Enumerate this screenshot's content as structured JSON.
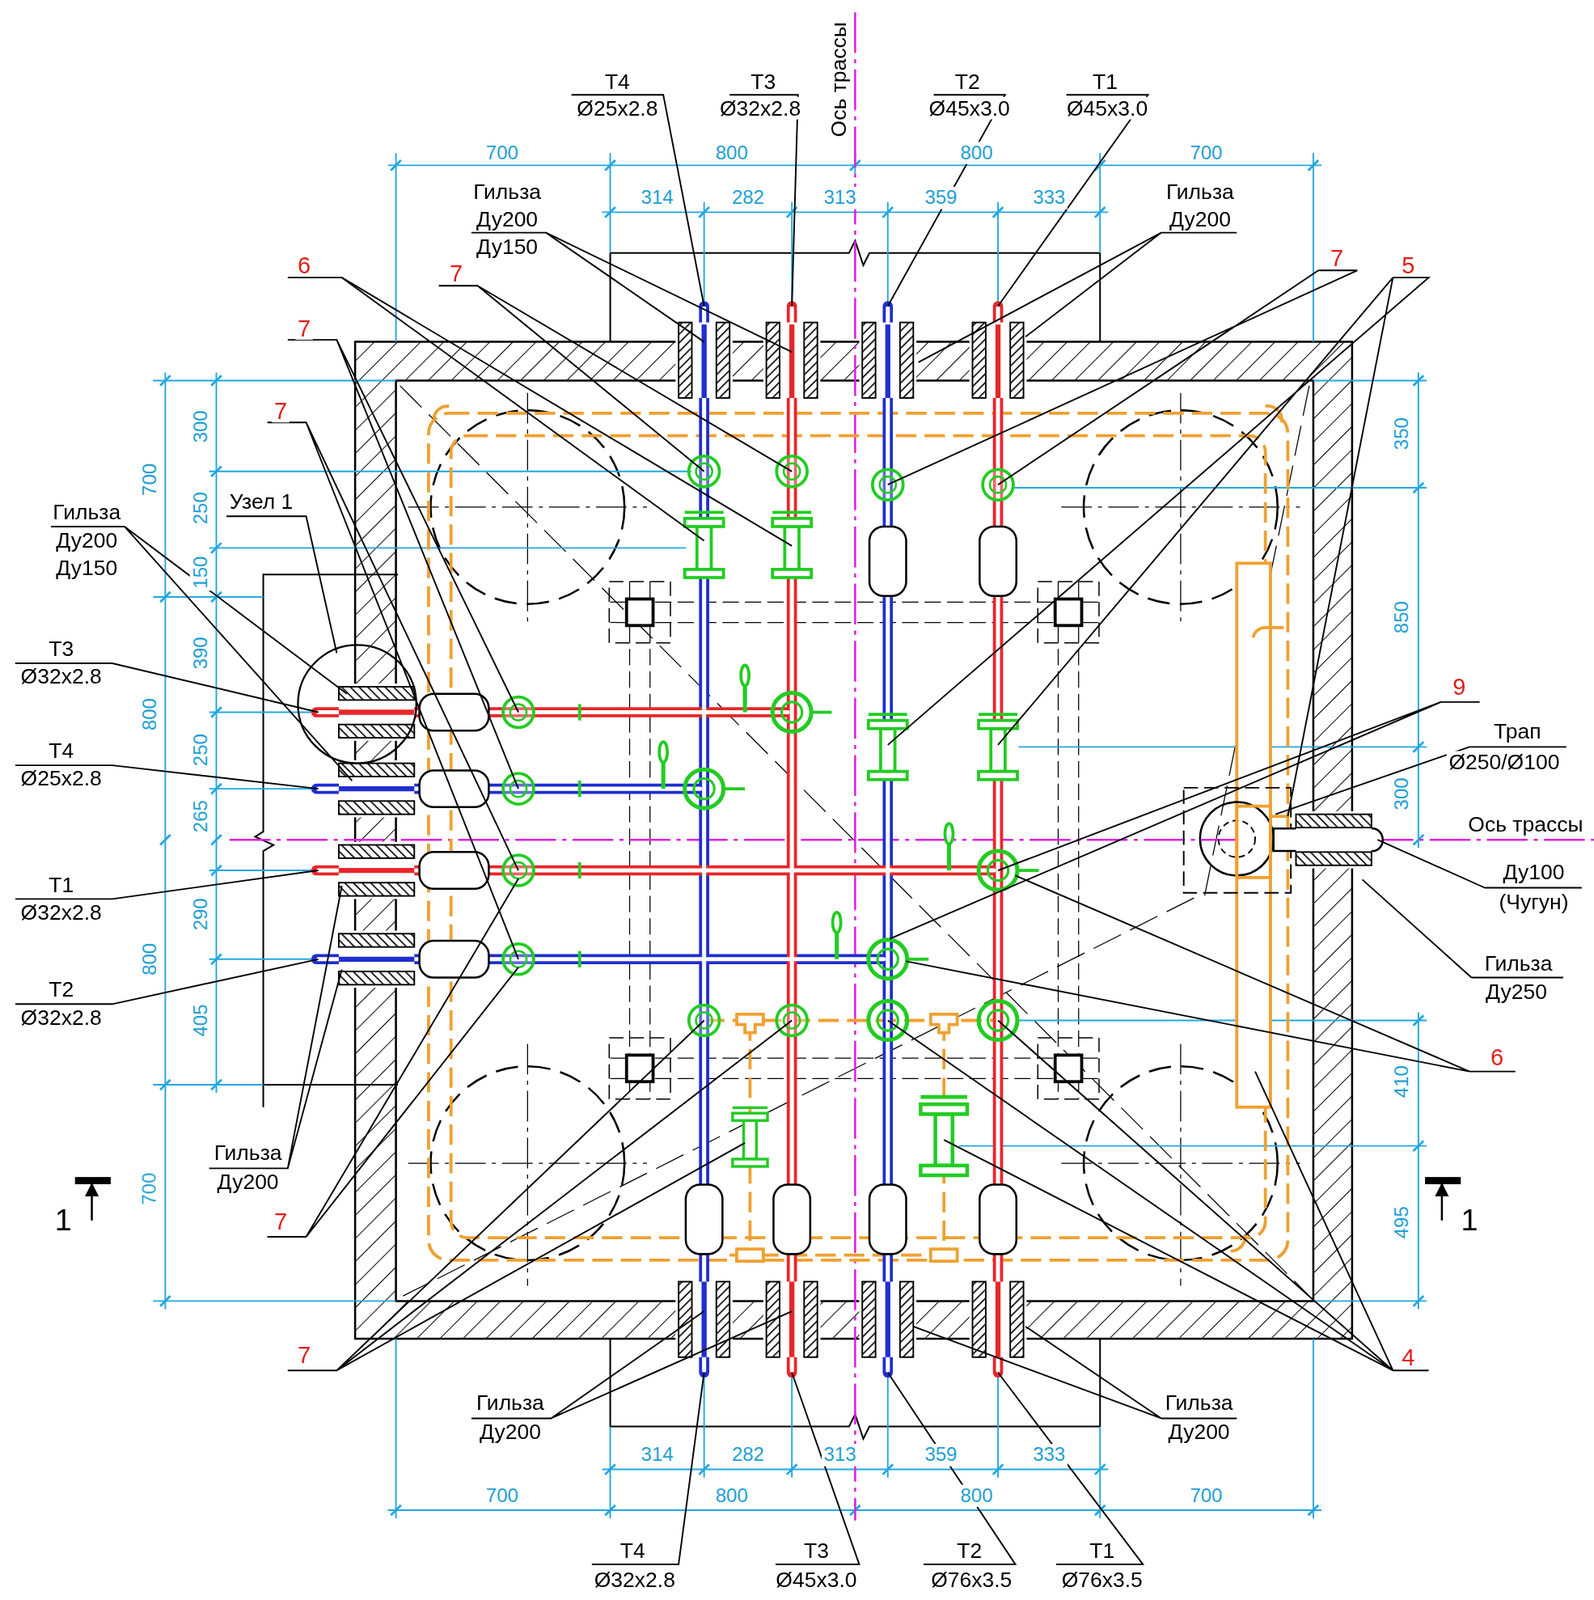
{
  "diagram": {
    "labels": [
      "Ось трассы",
      "Т4",
      "Ø25x2.8",
      "Т3",
      "Ø32x2.8",
      "Т2",
      "Ø45x3.0",
      "Т1",
      "Ø45x3.0",
      "700",
      "800",
      "800",
      "700",
      "314",
      "282",
      "313",
      "359",
      "333",
      "Гильза",
      "Ду200",
      "Ду150",
      "Гильза",
      "Ду200",
      "6",
      "7",
      "7",
      "5",
      "7",
      "7",
      "Узел 1",
      "Гильза",
      "Ду200",
      "Ду150",
      "Т3",
      "Ø32x2.8",
      "Т4",
      "Ø25x2.8",
      "Т1",
      "Ø32x2.8",
      "Т2",
      "Ø32x2.8",
      "700",
      "300",
      "250",
      "150",
      "390",
      "800",
      "250",
      "265",
      "290",
      "800",
      "405",
      "700",
      "350",
      "850",
      "300",
      "410",
      "495",
      "9",
      "Трап",
      "Ø250/Ø100",
      "Ось трассы",
      "Ду100",
      "(Чугун)",
      "Гильза",
      "Ду250",
      "6",
      "Гильза",
      "Ду200",
      "1",
      "1",
      "7",
      "7",
      "4",
      "Гильза",
      "Ду200",
      "Гильза",
      "Ду200",
      "314",
      "282",
      "313",
      "359",
      "333",
      "700",
      "800",
      "800",
      "700",
      "Т4",
      "Ø32x2.8",
      "Т3",
      "Ø45x3.0",
      "Т2",
      "Ø76x3.5",
      "Т1",
      "Ø76x3.5"
    ]
  }
}
